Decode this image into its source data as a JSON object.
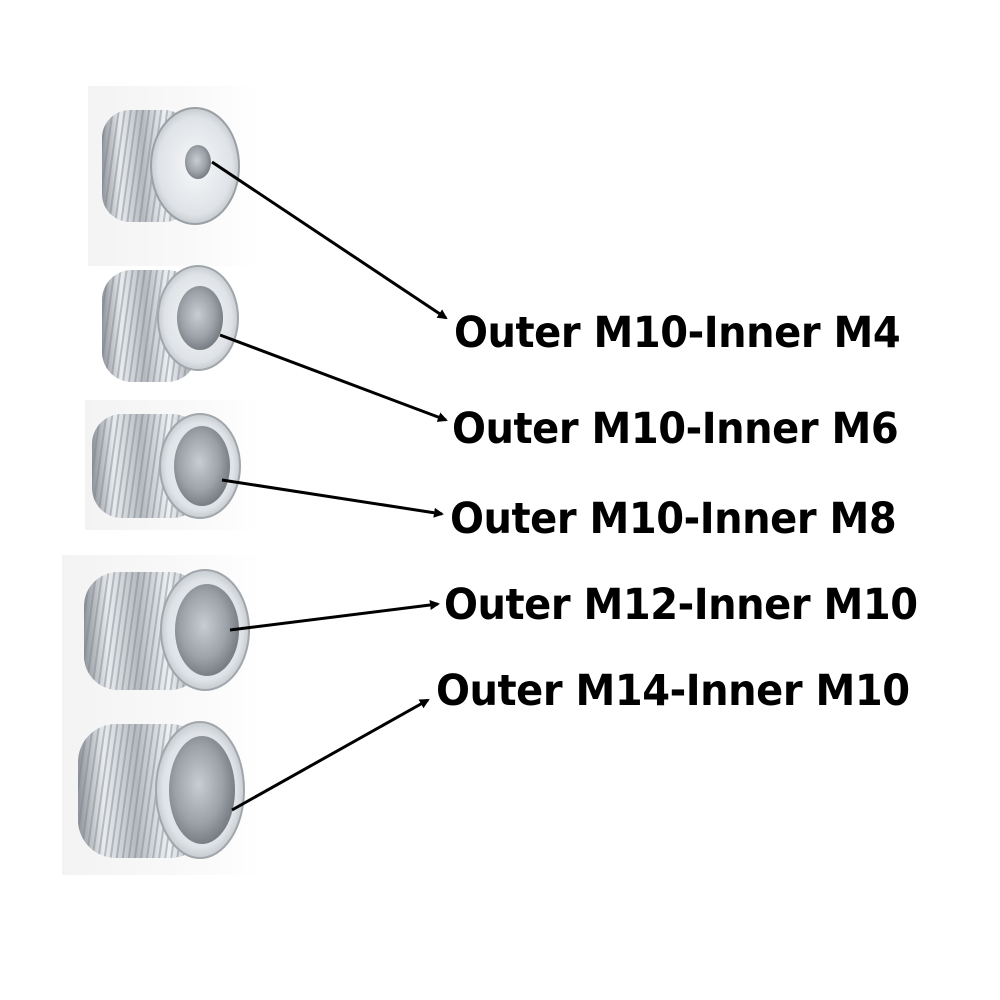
{
  "inserts": [
    {
      "label": "Outer M10-Inner M4"
    },
    {
      "label": "Outer M10-Inner M6"
    },
    {
      "label": "Outer M10-Inner M8"
    },
    {
      "label": "Outer M12-Inner M10"
    },
    {
      "label": "Outer M14-Inner M10"
    }
  ],
  "colors": {
    "text": "#000000",
    "arrow": "#000000",
    "metal_light": "#f2f4f7",
    "metal_dark": "#8a9096"
  }
}
